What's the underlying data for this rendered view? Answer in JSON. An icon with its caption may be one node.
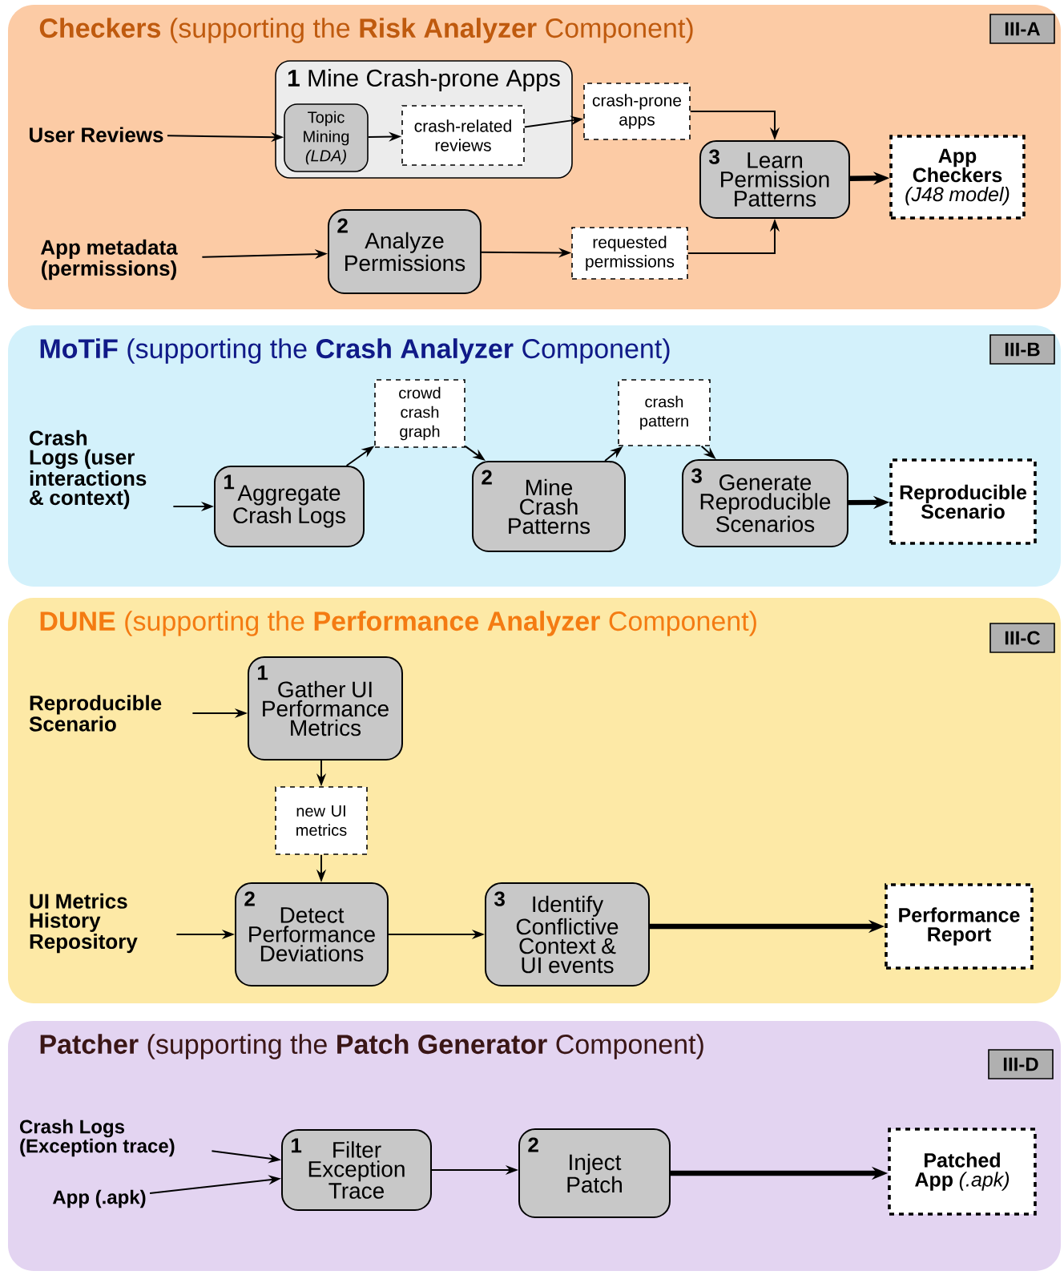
{
  "diagram": {
    "nodes": [
      {
        "text": [
          "**Checkers** (supporting the **Risk Analyzer** Component)"
        ]
      },
      {
        "text": [
          "III-A"
        ],
        "in": 0
      },
      {
        "text": [
          "User Reviews"
        ],
        "in": 0
      },
      {
        "text": [
          "1",
          "Mine Crash-prone Apps"
        ],
        "in": 0
      },
      {
        "text": [
          "Topic Mining *(LDA)*"
        ],
        "in": 3
      },
      {
        "text": [
          "crash-related reviews"
        ],
        "in": 3
      },
      {
        "text": [
          "crash-prone apps"
        ],
        "in": 0
      },
      {
        "text": [
          "App metadata (permissions)"
        ],
        "in": 0
      },
      {
        "text": [
          "2",
          "Analyze Permissions"
        ],
        "in": 0
      },
      {
        "text": [
          "requested permissions"
        ],
        "in": 0
      },
      {
        "text": [
          "3",
          "Learn Permission Patterns"
        ],
        "in": 0
      },
      {
        "text": [
          "**App Checkers** *(J48 model)*"
        ],
        "in": 0
      },
      {
        "text": [
          "**MoTiF** (supporting the **Crash Analyzer** Component)"
        ]
      },
      {
        "text": [
          "III-B"
        ],
        "in": 12
      },
      {
        "text": [
          "Crash Logs (user interactions & context)"
        ],
        "in": 12
      },
      {
        "text": [
          "1",
          "Aggregate Crash Logs"
        ],
        "in": 12
      },
      {
        "text": [
          "crowd crash graph"
        ],
        "in": 12
      },
      {
        "text": [
          "2",
          "Mine Crash Patterns"
        ],
        "in": 12
      },
      {
        "text": [
          "crash pattern"
        ],
        "in": 12
      },
      {
        "text": [
          "3",
          "Generate Reproducible Scenarios"
        ],
        "in": 12
      },
      {
        "text": [
          "Reproducible Scenario"
        ],
        "in": 12
      },
      {
        "text": [
          "**DUNE** (supporting the **Performance Analyzer** Component)"
        ]
      },
      {
        "text": [
          "III-C"
        ],
        "in": 21
      },
      {
        "text": [
          "Reproducible Scenario"
        ],
        "in": 21
      },
      {
        "text": [
          "1",
          "Gather UI Performance Metrics"
        ],
        "in": 21
      },
      {
        "text": [
          "new UI metrics"
        ],
        "in": 21
      },
      {
        "text": [
          "UI Metrics History Repository"
        ],
        "in": 21
      },
      {
        "text": [
          "2",
          "Detect Performance Deviations"
        ],
        "in": 21
      },
      {
        "text": [
          "3",
          "Identify Conflictive Context & UI events"
        ],
        "in": 21
      },
      {
        "text": [
          "Performance Report"
        ],
        "in": 21
      },
      {
        "text": [
          "**Patcher** (supporting the **Patch Generator** Component)"
        ]
      },
      {
        "text": [
          "III-D"
        ],
        "in": 30
      },
      {
        "text": [
          "Crash Logs (Exception trace)"
        ],
        "in": 30
      },
      {
        "text": [
          "App (.apk)"
        ],
        "in": 30
      },
      {
        "text": [
          "1",
          "Filter Exception Trace"
        ],
        "in": 30
      },
      {
        "text": [
          "2",
          "Inject Patch"
        ],
        "in": 30
      },
      {
        "text": [
          "**Patched App** *(.apk)*"
        ],
        "in": 30
      }
    ],
    "edges": [
      {
        "from": 2,
        "to": 4,
        "arrow": "to"
      },
      {
        "from": 4,
        "to": 5,
        "arrow": "to"
      },
      {
        "from": 5,
        "to": 6,
        "arrow": "to"
      },
      {
        "from": 6,
        "to": 10,
        "arrow": "to"
      },
      {
        "from": 7,
        "to": 8,
        "arrow": "to"
      },
      {
        "from": 8,
        "to": 9,
        "arrow": "to"
      },
      {
        "from": 9,
        "to": 10,
        "arrow": "to"
      },
      {
        "from": 10,
        "to": 11,
        "arrow": "to",
        "style": "thick"
      },
      {
        "from": 14,
        "to": 15,
        "arrow": "to"
      },
      {
        "from": 15,
        "to": 16,
        "arrow": "to"
      },
      {
        "from": 16,
        "to": 17,
        "arrow": "to"
      },
      {
        "from": 17,
        "to": 18,
        "arrow": "to"
      },
      {
        "from": 18,
        "to": 19,
        "arrow": "to"
      },
      {
        "from": 19,
        "to": 20,
        "arrow": "to",
        "style": "thick"
      },
      {
        "from": 23,
        "to": 24,
        "arrow": "to"
      },
      {
        "from": 24,
        "to": 25,
        "arrow": "to"
      },
      {
        "from": 25,
        "to": 27,
        "arrow": "to"
      },
      {
        "from": 26,
        "to": 27,
        "arrow": "to"
      },
      {
        "from": 27,
        "to": 28,
        "arrow": "to"
      },
      {
        "from": 28,
        "to": 29,
        "arrow": "to",
        "style": "thick"
      },
      {
        "from": 32,
        "to": 34,
        "arrow": "to"
      },
      {
        "from": 33,
        "to": 34,
        "arrow": "to"
      },
      {
        "from": 34,
        "to": 35,
        "arrow": "to"
      },
      {
        "from": 35,
        "to": 36,
        "arrow": "to",
        "style": "thick"
      }
    ]
  }
}
